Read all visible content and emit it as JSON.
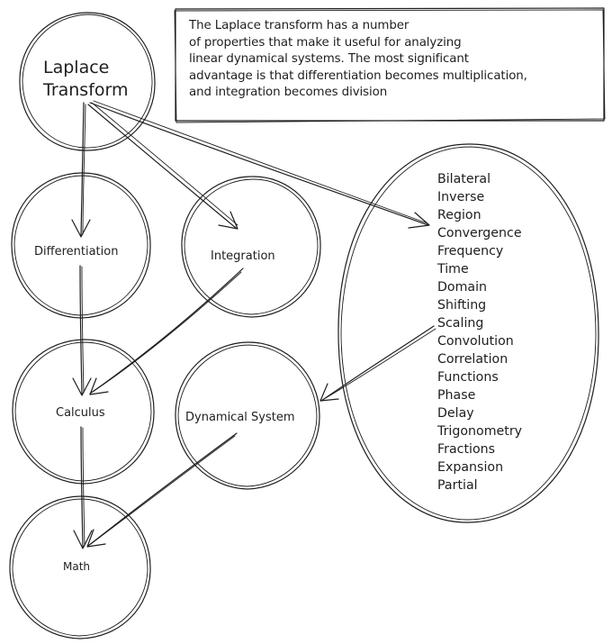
{
  "diagram": {
    "nodes": {
      "laplace_line1": "Laplace",
      "laplace_line2": "Transform",
      "differentiation": "Differentiation",
      "integration": "Integration",
      "calculus": "Calculus",
      "dynamical_system": "Dynamical System",
      "math": "Math"
    },
    "note": {
      "lines": [
        "The Laplace transform has a number",
        "of properties that make it useful for analyzing",
        "linear dynamical systems. The most significant",
        "advantage is that differentiation becomes multiplication,",
        "and integration becomes division"
      ]
    },
    "keywords": [
      "Bilateral",
      "Inverse",
      "Region",
      "Convergence",
      "Frequency",
      "Time",
      "Domain",
      "Shifting",
      "Scaling",
      "Convolution",
      "Correlation",
      "Functions",
      "Phase",
      "Delay",
      "Trigonometry",
      "Fractions",
      "Expansion",
      "Partial"
    ],
    "stroke_color": "#1e1e1e",
    "background": "#ffffff"
  }
}
